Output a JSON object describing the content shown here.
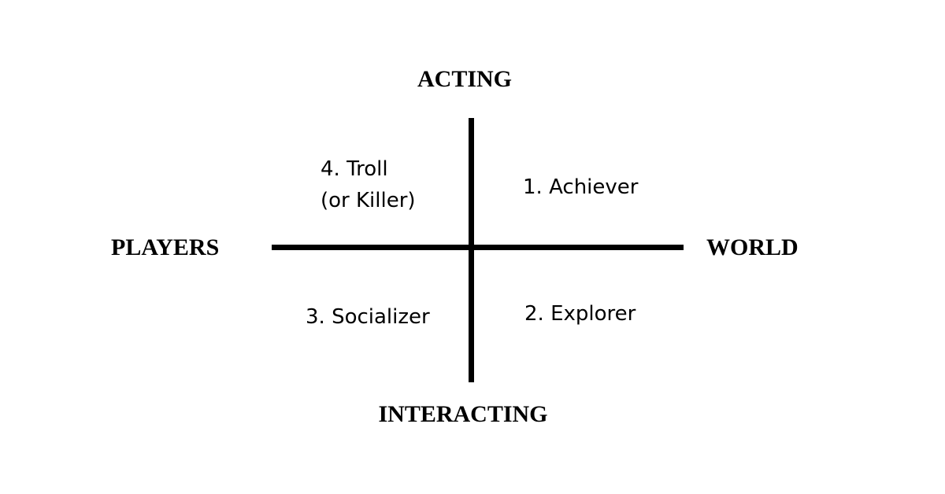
{
  "axes": {
    "top": "ACTING",
    "bottom": "INTERACTING",
    "left": "PLAYERS",
    "right": "WORLD"
  },
  "quadrants": {
    "top_left": [
      "4. Troll",
      "(or Killer)"
    ],
    "top_right": [
      "1. Achiever"
    ],
    "bottom_left": [
      "3. Socializer"
    ],
    "bottom_right": [
      "2. Explorer"
    ]
  }
}
